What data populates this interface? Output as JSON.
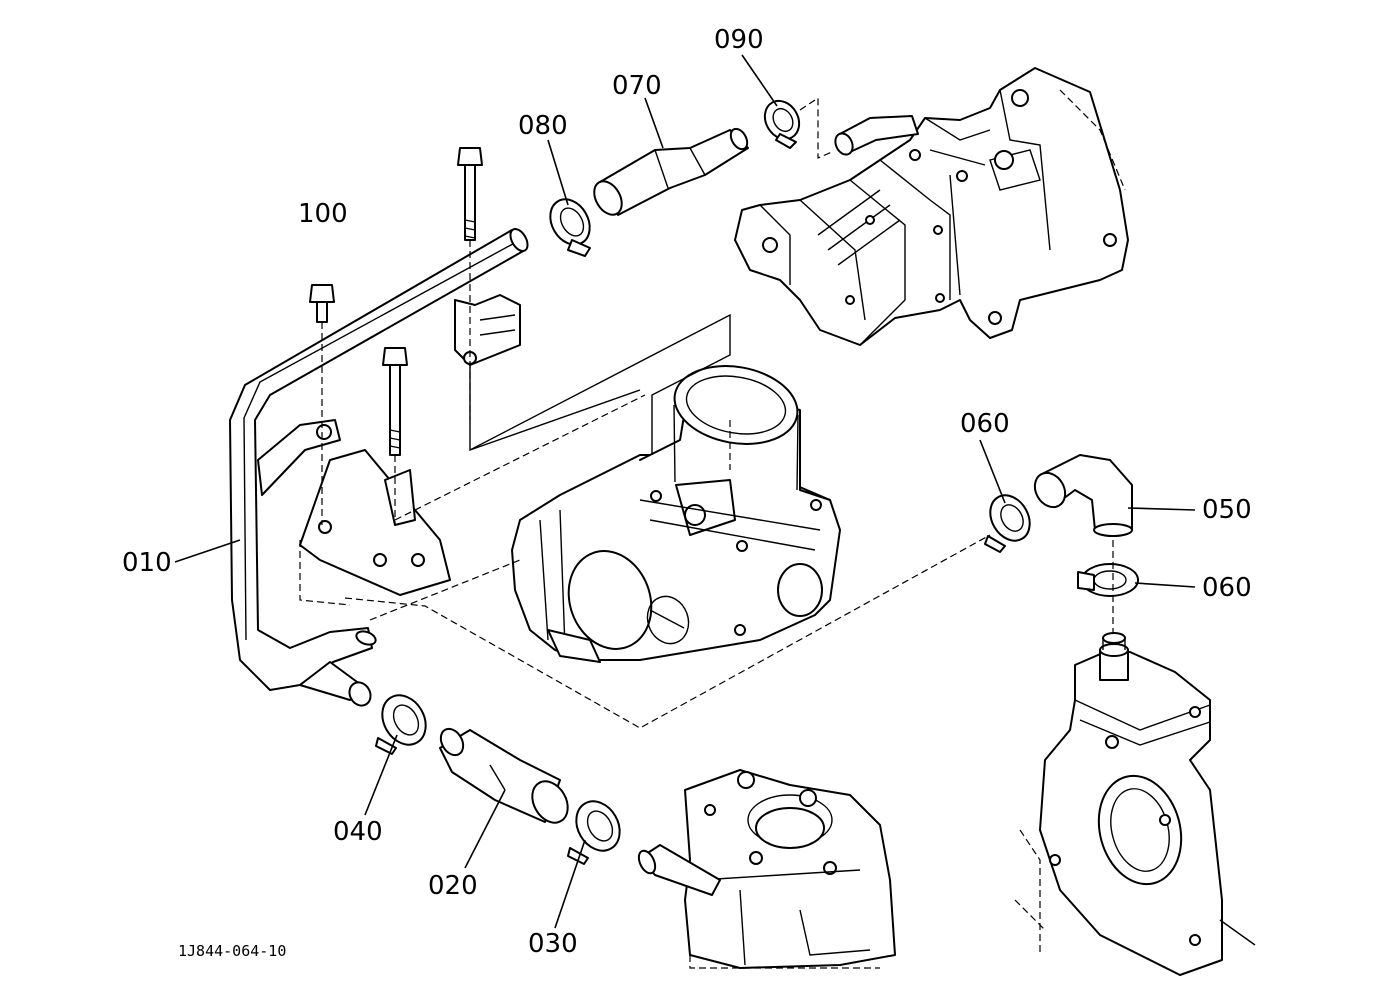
{
  "diagram": {
    "reference_code": "1J844-064-10",
    "colors": {
      "line": "#000000",
      "background": "#ffffff"
    }
  },
  "callouts": {
    "p010": "010",
    "p020": "020",
    "p030": "030",
    "p040": "040",
    "p050": "050",
    "p060_upper": "060",
    "p060_lower": "060",
    "p070": "070",
    "p080": "080",
    "p090": "090",
    "p100": "100"
  }
}
